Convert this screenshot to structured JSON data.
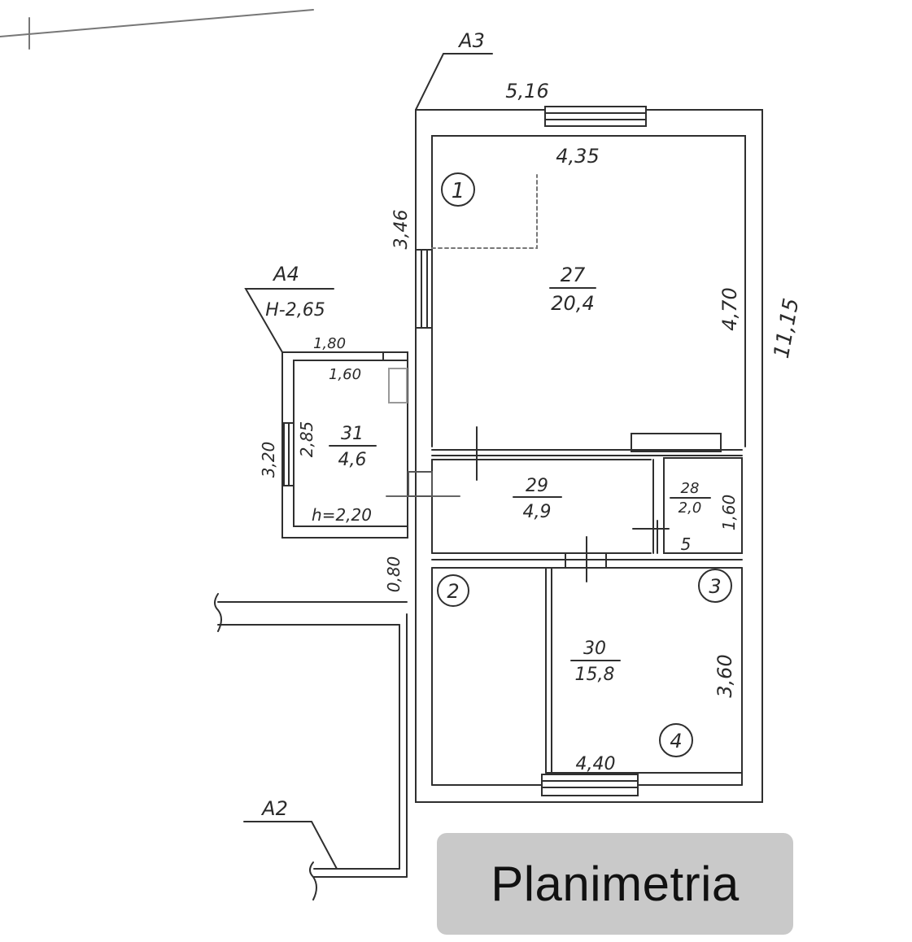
{
  "plan": {
    "dimensions": {
      "top_outer": "5,16",
      "top_inner": "4,35",
      "overall_right": "11,15",
      "room_27_right": "4,70",
      "left_upper": "3,46",
      "room_31_top_outer": "1,80",
      "room_31_top_inner": "1,60",
      "room_31_left_outer": "3,20",
      "room_31_left_inner": "2,85",
      "room_31_height": "h=2,20",
      "room_28_right": "1,60",
      "left_gap": "0,80",
      "room_30_right": "3,60",
      "room_30_bottom": "4,40",
      "small_mark": "5"
    },
    "rooms": [
      {
        "number": "27",
        "area": "20,4"
      },
      {
        "number": "29",
        "area": "4,9"
      },
      {
        "number": "28",
        "area": "2,0"
      },
      {
        "number": "30",
        "area": "15,8"
      },
      {
        "number": "31",
        "area": "4,6"
      }
    ],
    "circle_markers": [
      "1",
      "2",
      "3",
      "4"
    ],
    "labels": {
      "a3": "A3",
      "a4": "A4",
      "a4_height": "H-2,65",
      "a2": "A2"
    }
  },
  "caption": "Planimetria"
}
